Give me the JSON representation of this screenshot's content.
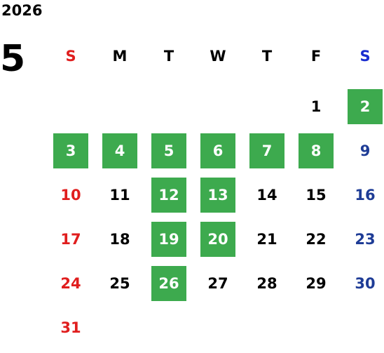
{
  "year": "2026",
  "month": "5",
  "weekdays": [
    "S",
    "M",
    "T",
    "W",
    "T",
    "F",
    "S"
  ],
  "days": [
    "1",
    "2",
    "3",
    "4",
    "5",
    "6",
    "7",
    "8",
    "9",
    "10",
    "11",
    "12",
    "13",
    "14",
    "15",
    "16",
    "17",
    "18",
    "19",
    "20",
    "21",
    "22",
    "23",
    "24",
    "25",
    "26",
    "27",
    "28",
    "29",
    "30",
    "31"
  ],
  "highlighted_days": [
    "2",
    "3",
    "4",
    "5",
    "6",
    "7",
    "8",
    "12",
    "13",
    "19",
    "20",
    "26"
  ],
  "colors": {
    "highlight": "#3daa4e",
    "sunday": "#e01e1e",
    "saturday": "#1e3c96",
    "weekday": "#000000"
  }
}
